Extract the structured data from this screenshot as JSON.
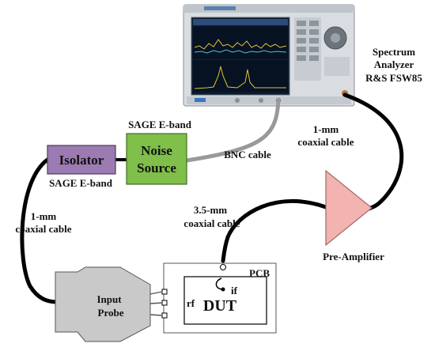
{
  "colors": {
    "isolator": "#9b7bb2",
    "noise_source": "#7fbf4a",
    "preamp": "#f2b3b1",
    "probe": "#c9c9c9",
    "cable": "#000000",
    "bnc_cable": "#999999"
  },
  "labels": {
    "spectrum_analyzer_line1": "Spectrum",
    "spectrum_analyzer_line2": "Analyzer",
    "spectrum_analyzer_line3": "R&S FSW85",
    "sage_eband_top": "SAGE E-band",
    "sage_eband_left": "SAGE E-band",
    "isolator": "Isolator",
    "noise_line1": "Noise",
    "noise_line2": "Source",
    "bnc_cable": "BNC cable",
    "coax_top_line1": "1-mm",
    "coax_top_line2": "coaxial cable",
    "coax_left_line1": "1-mm",
    "coax_left_line2": "coaxial cable",
    "coax_35_line1": "3.5-mm",
    "coax_35_line2": "coaxial cable",
    "preamp": "Pre-Amplifier",
    "pcb": "PCB",
    "dut": "DUT",
    "if_port": "if",
    "rf_port": "rf",
    "probe_line1": "Input",
    "probe_line2": "Probe"
  }
}
